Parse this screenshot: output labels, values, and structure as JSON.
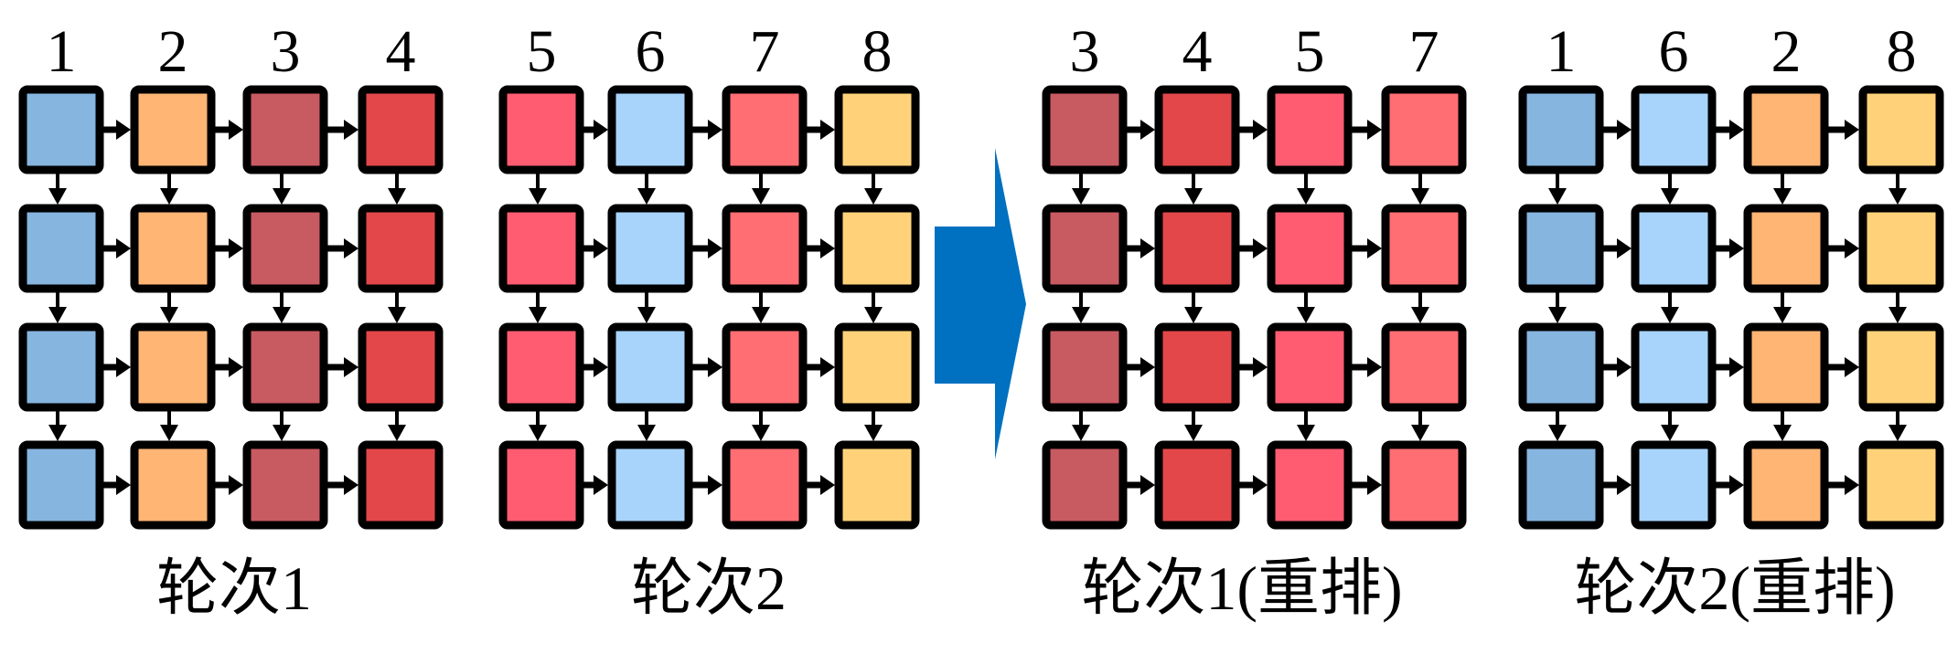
{
  "colors": {
    "c1": "#86b5e0",
    "c2": "#ffb574",
    "c3": "#c85a62",
    "c4": "#e3474a",
    "c5": "#ff5c72",
    "c6": "#a8d4fc",
    "c7": "#ff6e72",
    "c8": "#ffd27a",
    "arrow": "#0070c0",
    "border": "#000000"
  },
  "grids": [
    {
      "caption": "轮次1",
      "columns": [
        "1",
        "2",
        "3",
        "4"
      ]
    },
    {
      "caption": "轮次2",
      "columns": [
        "5",
        "6",
        "7",
        "8"
      ]
    },
    {
      "caption": "轮次1(重排)",
      "columns": [
        "3",
        "4",
        "5",
        "7"
      ]
    },
    {
      "caption": "轮次2(重排)",
      "columns": [
        "1",
        "6",
        "2",
        "8"
      ]
    }
  ],
  "rows_per_grid": 4
}
